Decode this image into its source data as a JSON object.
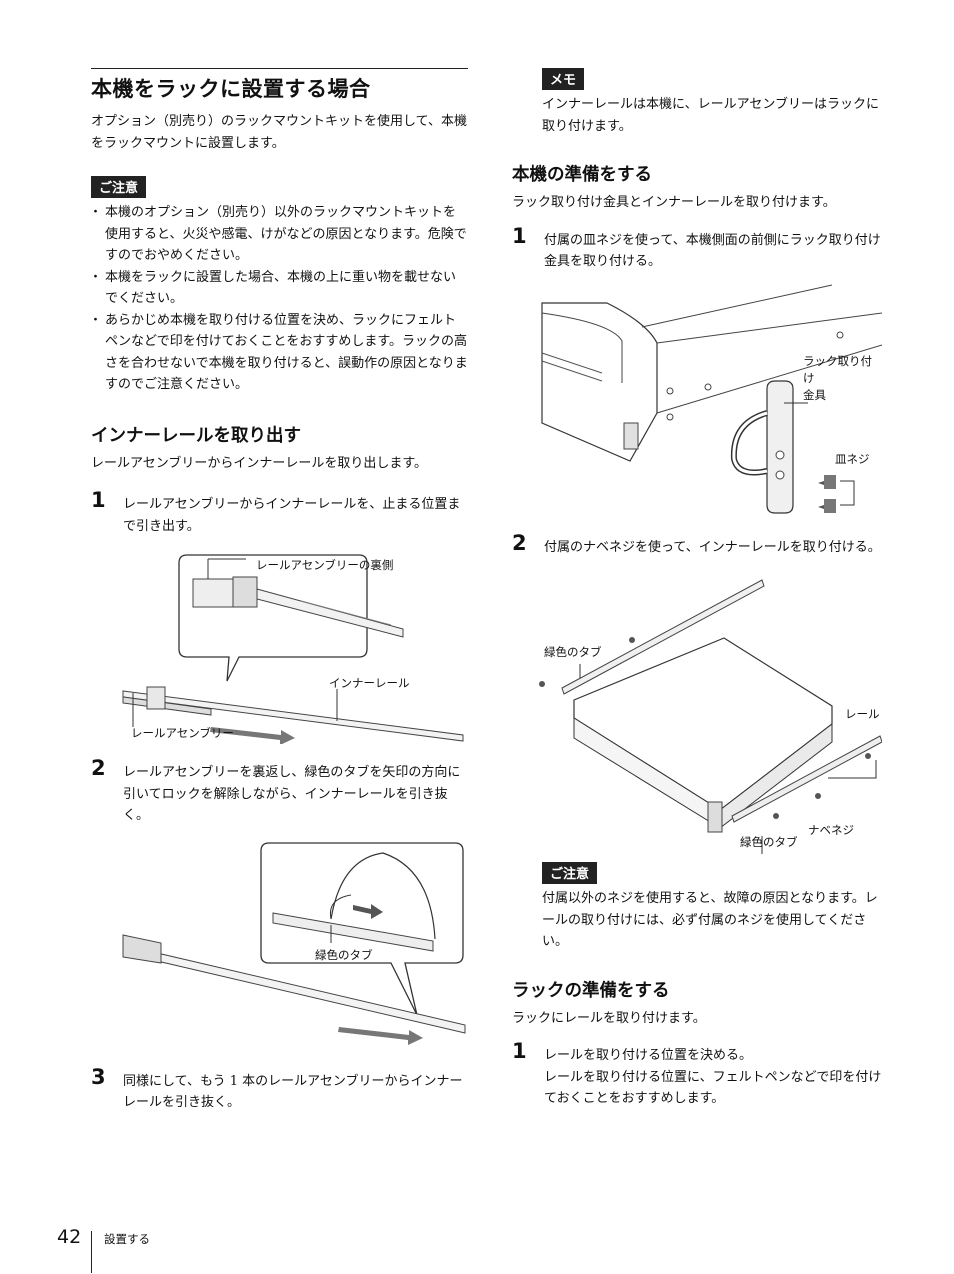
{
  "left": {
    "title": "本機をラックに設置する場合",
    "intro": "オプション（別売り）のラックマウントキットを使用して、本機をラックマウントに設置します。",
    "caution_badge": "ご注意",
    "caution_items": [
      "本機のオプション（別売り）以外のラックマウントキットを使用すると、火災や感電、けがなどの原因となります。危険ですのでおやめください。",
      "本機をラックに設置した場合、本機の上に重い物を載せないでください。",
      "あらかじめ本機を取り付ける位置を決め、ラックにフェルトペンなどで印を付けておくことをおすすめします。ラックの高さを合わせないで本機を取り付けると、誤動作の原因となりますのでご注意ください。"
    ],
    "section_title": "インナーレールを取り出す",
    "section_intro": "レールアセンブリーからインナーレールを取り出します。",
    "steps": [
      {
        "num": "1",
        "text": "レールアセンブリーからインナーレールを、止まる位置まで引き出す。"
      },
      {
        "num": "2",
        "text": "レールアセンブリーを裏返し、緑色のタブを矢印の方向に引いてロックを解除しながら、インナーレールを引き抜く。"
      },
      {
        "num": "3",
        "text": "同様にして、もう 1 本のレールアセンブリーからインナーレールを引き抜く。"
      }
    ],
    "fig1_labels": {
      "back": "レールアセンブリーの裏側",
      "inner": "インナーレール",
      "assembly": "レールアセンブリー"
    },
    "fig2_labels": {
      "tab": "緑色のタブ"
    }
  },
  "right": {
    "memo_badge": "メモ",
    "memo_text": "インナーレールは本機に、レールアセンブリーはラックに取り付けます。",
    "section1_title": "本機の準備をする",
    "section1_intro": "ラック取り付け金具とインナーレールを取り付けます。",
    "section1_steps": [
      {
        "num": "1",
        "text": "付属の皿ネジを使って、本機側面の前側にラック取り付け金具を取り付ける。"
      },
      {
        "num": "2",
        "text": "付属のナベネジを使って、インナーレールを取り付ける。"
      }
    ],
    "fig3_labels": {
      "bracket": "ラック取り付け\n金具",
      "screw": "皿ネジ"
    },
    "fig4_labels": {
      "tab_top": "緑色のタブ",
      "rail": "レール",
      "tab_bottom": "緑色のタブ",
      "pan_screw": "ナベネジ"
    },
    "caution_badge": "ご注意",
    "caution_text": "付属以外のネジを使用すると、故障の原因となります。レールの取り付けには、必ず付属のネジを使用してください。",
    "section2_title": "ラックの準備をする",
    "section2_intro": "ラックにレールを取り付けます。",
    "section2_steps": [
      {
        "num": "1",
        "text": "レールを取り付ける位置を決める。",
        "sub": "レールを取り付ける位置に、フェルトペンなどで印を付けておくことをおすすめします。"
      }
    ]
  },
  "footer": {
    "page_number": "42",
    "section": "設置する"
  }
}
